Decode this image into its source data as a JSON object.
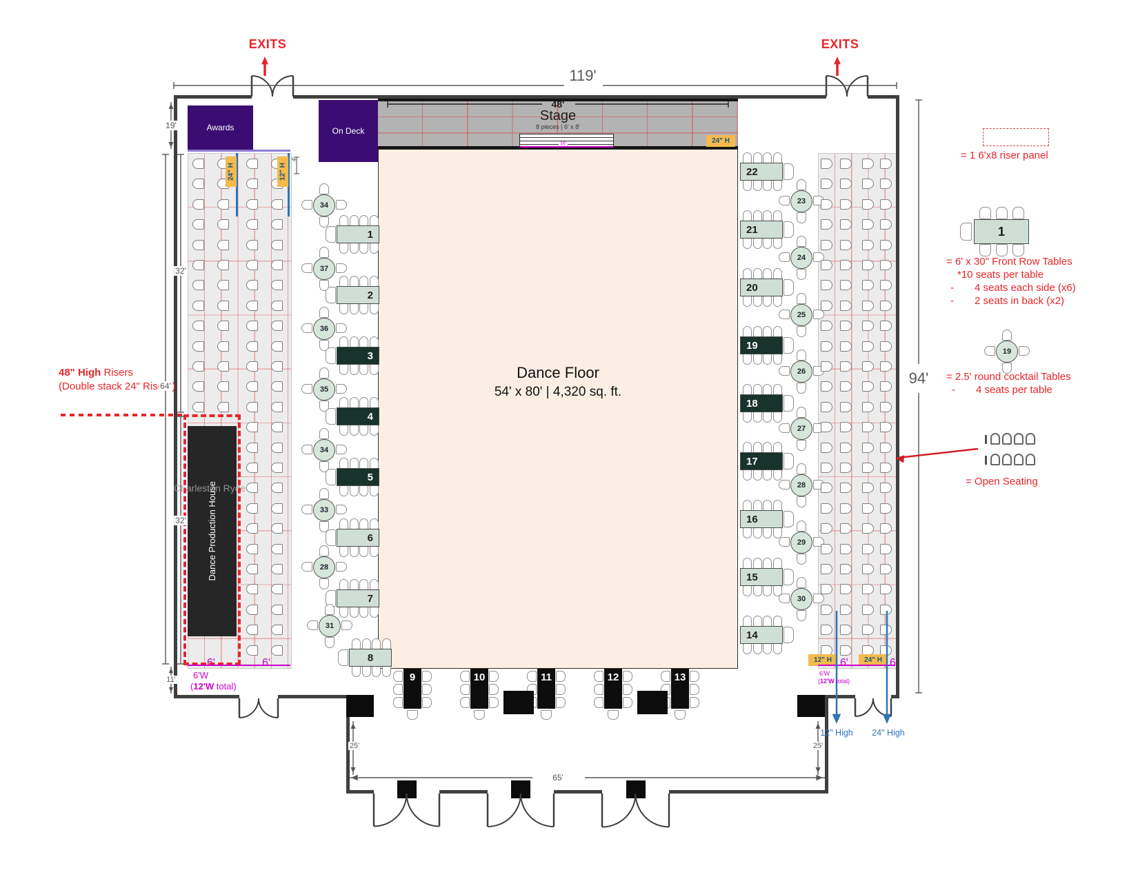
{
  "colors": {
    "red": "#e8252a",
    "magenta": "#cc00cc",
    "blue": "#2e74b5",
    "badge_bg": "#f3ba4d",
    "badge_text": "#1a527a",
    "purple": "#3b0d73",
    "table_light": "#cfdfd6",
    "table_dark": "#17332b",
    "stage_gray": "#b3b3b3",
    "floor": "#fceee3"
  },
  "dimensions": {
    "width_top": "119'",
    "height_right": "94'",
    "awards_height": "19'",
    "riser_upper": "32'",
    "riser_total": "64'",
    "riser_lower": "32'",
    "bottom_gap": "11'",
    "vestibule_width": "65'",
    "vestibule_depth_left": "25'",
    "vestibule_depth_right": "25'",
    "stage_width": "48'",
    "stairs_width": "16'",
    "riser_step": "4'"
  },
  "exits": {
    "left": "EXITS",
    "right": "EXITS"
  },
  "stage": {
    "name": "Stage",
    "pieces": "8 pieces | 6' x 8'",
    "height_badge": "24\" H"
  },
  "rooms": {
    "awards": "Awards",
    "on_deck": "On Deck"
  },
  "dance_floor": {
    "title": "Dance Floor",
    "size": "54' x 80' | 4,320 sq. ft."
  },
  "production_house": {
    "label": "Dance Production House",
    "watermark": "Charleston Ryde"
  },
  "risers_note": {
    "bold": "48\" High",
    "rest": " Risers",
    "line2": "(Double stack 24\" Risers)"
  },
  "left_riser": {
    "badge_left": "24\" H",
    "badge_right": "12\" H",
    "step_depth": "4'",
    "panel_a": "6'",
    "panel_b": "6'",
    "width_label": "6'W",
    "total_pre": "(",
    "total_bold": "12'W",
    "total_post": " total)"
  },
  "right_riser": {
    "badge_left": "12\" H",
    "badge_right": "24\" H",
    "panel_a": "6'",
    "panel_b": "6'",
    "width_label": "6'W",
    "total_pre": "(",
    "total_bold": "12'W",
    "total_post": " total)",
    "callout_12": "12\" High",
    "callout_24": "24\" High"
  },
  "tables": {
    "left_column": [
      {
        "num": "1",
        "style": "light"
      },
      {
        "num": "2",
        "style": "light"
      },
      {
        "num": "3",
        "style": "dark"
      },
      {
        "num": "4",
        "style": "dark"
      },
      {
        "num": "5",
        "style": "dark"
      },
      {
        "num": "6",
        "style": "light"
      },
      {
        "num": "7",
        "style": "light"
      }
    ],
    "corner": {
      "num": "8",
      "style": "light"
    },
    "bottom_row": [
      {
        "num": "9"
      },
      {
        "num": "10"
      },
      {
        "num": "11"
      },
      {
        "num": "12"
      },
      {
        "num": "13"
      }
    ],
    "right_column": [
      {
        "num": "22",
        "style": "light"
      },
      {
        "num": "21",
        "style": "light"
      },
      {
        "num": "20",
        "style": "light"
      },
      {
        "num": "19",
        "style": "dark"
      },
      {
        "num": "18",
        "style": "dark"
      },
      {
        "num": "17",
        "style": "dark"
      },
      {
        "num": "16",
        "style": "light"
      },
      {
        "num": "15",
        "style": "light"
      },
      {
        "num": "14",
        "style": "light"
      }
    ],
    "cocktail_left": [
      {
        "num": "34"
      },
      {
        "num": "37"
      },
      {
        "num": "36"
      },
      {
        "num": "35"
      },
      {
        "num": "34"
      },
      {
        "num": "33"
      },
      {
        "num": "28"
      },
      {
        "num": "31"
      }
    ],
    "cocktail_right": [
      {
        "num": "23"
      },
      {
        "num": "24"
      },
      {
        "num": "25"
      },
      {
        "num": "26"
      },
      {
        "num": "27"
      },
      {
        "num": "28"
      },
      {
        "num": "29"
      },
      {
        "num": "30"
      }
    ]
  },
  "legend": {
    "riser_panel_label": "= 1 6'x8 riser panel",
    "front_table_number": "1",
    "front_line1": "= 6' x 30\" Front Row Tables",
    "front_line2": "*10 seats per table",
    "front_line3_dash": "-",
    "front_line3": "4 seats each side (x6)",
    "front_line4_dash": "-",
    "front_line4": "2 seats in back (x2)",
    "cocktail_number": "19",
    "cocktail_line1": "= 2.5' round cocktail Tables",
    "cocktail_line2_dash": "-",
    "cocktail_line2": "4 seats per table",
    "open_seating_label": "= Open Seating"
  }
}
